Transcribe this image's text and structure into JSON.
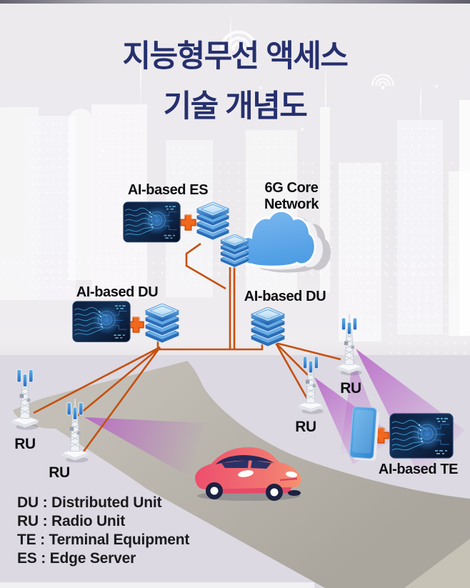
{
  "title": {
    "line1": "지능형무선 액세스",
    "line2": "기술 개념도"
  },
  "nodes": {
    "es": {
      "label": "AI-based ES"
    },
    "core": {
      "label": "6G Core Network"
    },
    "du_left": {
      "label": "AI-based DU"
    },
    "du_right": {
      "label": "AI-based DU"
    },
    "te": {
      "label": "AI-based TE"
    },
    "ru1": {
      "label": "RU"
    },
    "ru2": {
      "label": "RU"
    },
    "ru3": {
      "label": "RU"
    },
    "ru4": {
      "label": "RU"
    }
  },
  "legend": {
    "items": [
      "DU : Distributed Unit",
      "RU : Radio Unit",
      "TE : Terminal Equipment",
      "ES : Edge Server"
    ]
  },
  "icons": {
    "ai-chip-icon": "dark navy board with glowing circuit brain",
    "server-stack-icon": "isometric stacked blue server layers",
    "cloud-icon": "blue 3D cloud",
    "radio-tower-icon": "white lattice mast with blue antennas",
    "smartphone-icon": "blue handset",
    "plus-icon": "orange plus",
    "wifi-icon": "white wireless arcs",
    "car-illustration": "pink sedan on road",
    "signal-beam": "purple coverage beam"
  },
  "colors": {
    "title_navy": "#26306e",
    "connector_orange": "#c5500e",
    "plus_orange": "#f2681c",
    "cloud_blue": "#4e9de4",
    "stack_blue": "#5ea7e2",
    "beam_purple": "#b457c4",
    "car_pink": "#ee5170",
    "road_gray": "#b4b0a8",
    "bg_top": "#ebe8ec",
    "bg_bottom": "#dcd9e2",
    "chip_navy": "#0c1a38",
    "antenna_blue": "#3f8fd9"
  }
}
